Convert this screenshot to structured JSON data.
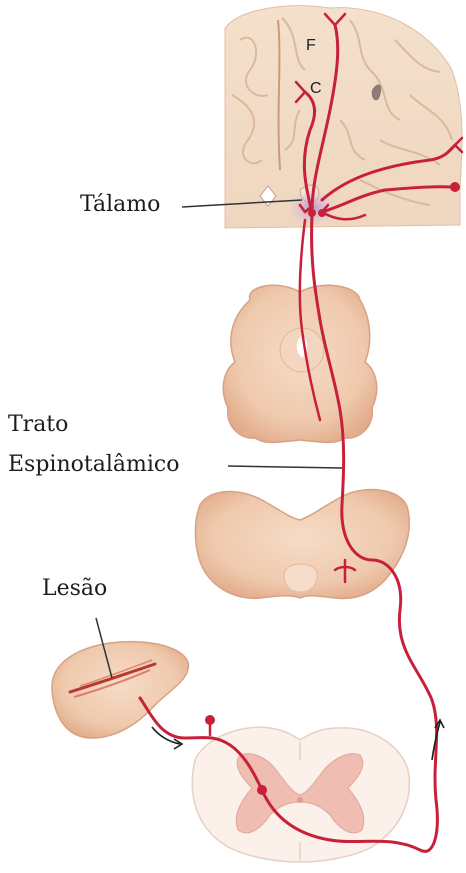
{
  "labels": {
    "thalamus": "Tálamo",
    "tract_line1": "Trato",
    "tract_line2": "Espinotalâmico",
    "lesion": "Lesão",
    "cortex_f": "F",
    "cortex_c": "C"
  },
  "colors": {
    "pathway": "#c8203a",
    "tissue": "#f1cfb4",
    "tissue_edge": "#d9a888",
    "gray_matter": "#eab2a6",
    "thalamus_glow": "#c9a8d6",
    "background": "#ffffff"
  }
}
